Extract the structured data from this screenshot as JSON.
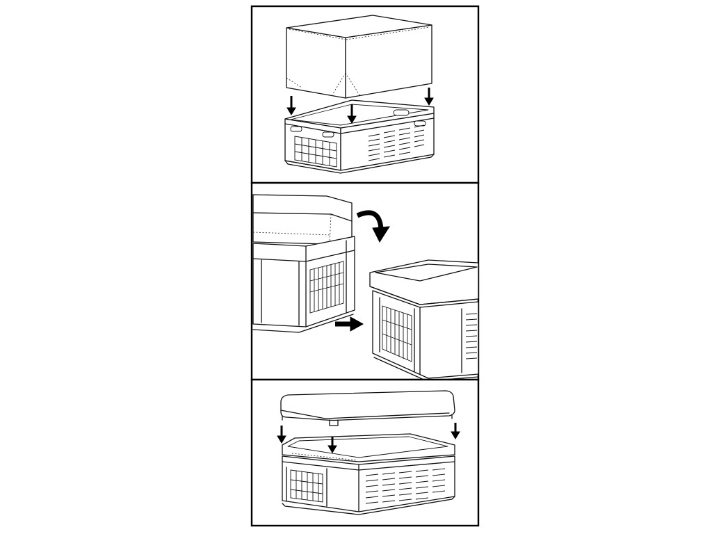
{
  "figure": {
    "steps": [
      {
        "name": "insert-liner"
      },
      {
        "name": "fold-liner-over-rim"
      },
      {
        "name": "attach-lid"
      }
    ],
    "colors": {
      "line": "#000000",
      "background": "#ffffff"
    },
    "icons": [
      "down-arrow-icon",
      "curved-arrow-icon",
      "right-arrow-icon"
    ]
  }
}
